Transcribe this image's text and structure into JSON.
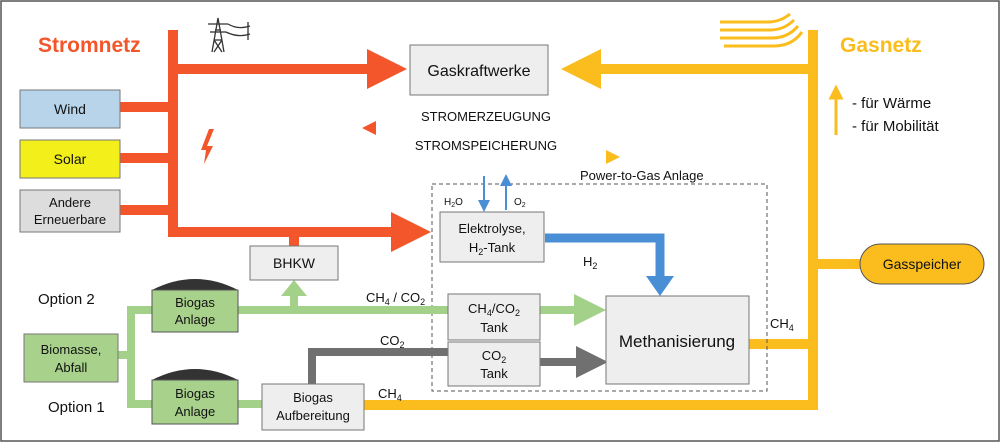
{
  "labels": {
    "stromnetz": "Stromnetz",
    "gasnetz": "Gasnetz",
    "gaskraftwerke": "Gaskraftwerke",
    "stromerzeugung": "STROMERZEUGUNG",
    "stromspeicherung": "STROMSPEICHERUNG",
    "p2g": "Power-to-Gas Anlage",
    "wind": "Wind",
    "solar": "Solar",
    "andere1": "Andere",
    "andere2": "Erneuerbare",
    "bhkw": "BHKW",
    "biogas": "Biogas",
    "anlage": "Anlage",
    "biomasse1": "Biomasse,",
    "biomasse2": "Abfall",
    "option2": "Option 2",
    "option1": "Option 1",
    "aufb1": "Biogas",
    "aufb2": "Aufbereitung",
    "elektro1": "Elektrolyse,",
    "elektro2_a": "H",
    "elektro2_sub": "2",
    "elektro2_b": "-Tank",
    "h2o_a": "H",
    "h2o_sub": "2",
    "h2o_b": "O",
    "o2_a": "O",
    "o2_sub": "2",
    "h2_a": "H",
    "h2_sub": "2",
    "methan": "Methanisierung",
    "ch4co2tank_a": "CH",
    "ch4co2tank_sub1": "4",
    "ch4co2tank_b": "/CO",
    "ch4co2tank_sub2": "2",
    "tank": "Tank",
    "co2tank_a": "CO",
    "co2tank_sub": "2",
    "ch4co2_a": "CH",
    "ch4co2_sub1": "4",
    "ch4co2_b": " / CO",
    "ch4co2_sub2": "2",
    "co2_a": "CO",
    "co2_sub": "2",
    "ch4_a": "CH",
    "ch4_sub": "4",
    "gasspeicher": "Gasspeicher",
    "waerme": "- für Wärme",
    "mobilitaet": "- für Mobilität"
  },
  "colors": {
    "strom": "#f4562b",
    "gas": "#fbbd1d",
    "h2": "#4a8fd6",
    "biogas": "#a3d18a",
    "co2": "#707070",
    "wind_fill": "#b7d4ea",
    "solar_fill": "#f2ef1b",
    "box_fill": "#eeeeee",
    "biomasse_fill": "#a8d28b"
  }
}
